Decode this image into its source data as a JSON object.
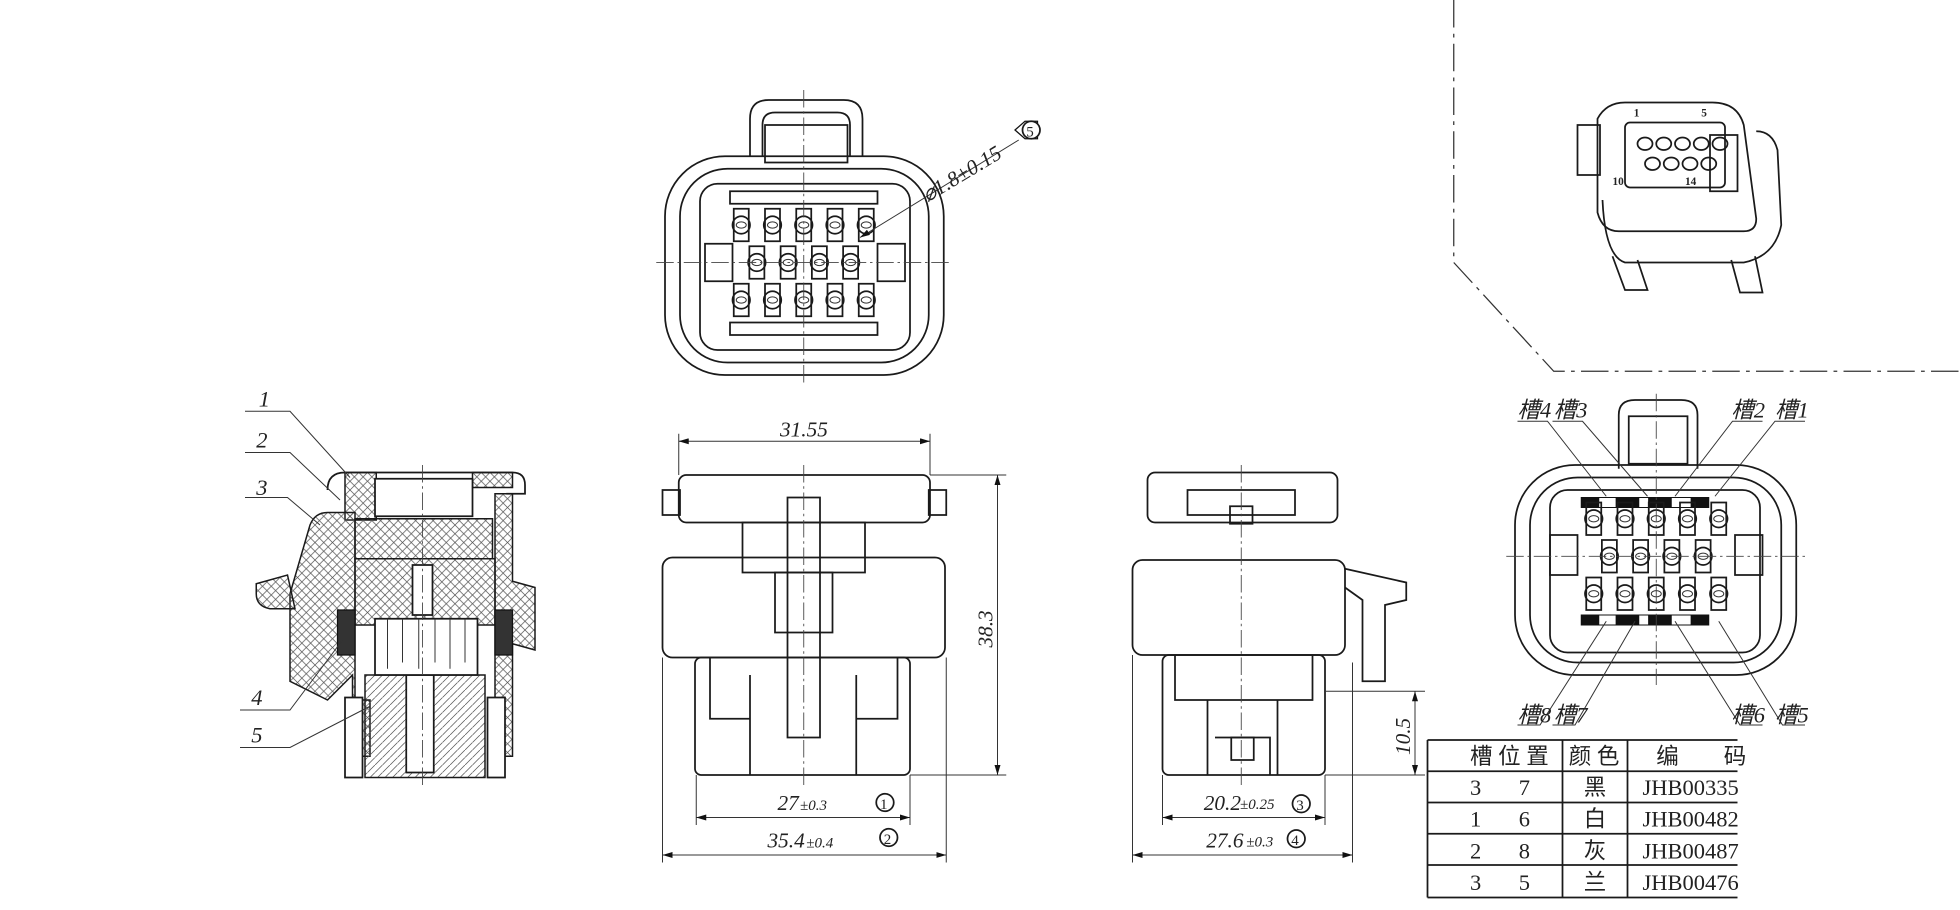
{
  "section_view": {
    "callouts": [
      "1",
      "2",
      "3",
      "4",
      "5"
    ]
  },
  "dimensions": {
    "width_top": "31.55",
    "height": "38.3",
    "d1": {
      "value": "27",
      "tol": "±0.3",
      "ref": "1"
    },
    "d2": {
      "value": "35.4",
      "tol": "±0.4",
      "ref": "2"
    },
    "d3": {
      "value": "20.2",
      "tol": "±0.25",
      "ref": "3"
    },
    "d4": {
      "value": "27.6",
      "tol": "±0.3",
      "ref": "4"
    },
    "d5": {
      "value": "⌀1.8±0.15",
      "ref": "5"
    },
    "side_height": "10.5"
  },
  "slot_labels": {
    "top": [
      "槽4",
      "槽3",
      "槽2",
      "槽1"
    ],
    "bottom": [
      "槽8",
      "槽7",
      "槽6",
      "槽5"
    ]
  },
  "iso_view": {
    "pin_numbers": [
      "1",
      "5",
      "10",
      "14"
    ]
  },
  "table": {
    "headers": [
      "槽 位 置",
      "颜 色",
      "编　　码"
    ],
    "rows": [
      {
        "slot_a": "3",
        "slot_b": "7",
        "color": "黑",
        "code": "JHB00335"
      },
      {
        "slot_a": "1",
        "slot_b": "6",
        "color": "白",
        "code": "JHB00482"
      },
      {
        "slot_a": "2",
        "slot_b": "8",
        "color": "灰",
        "code": "JHB00487"
      },
      {
        "slot_a": "3",
        "slot_b": "5",
        "color": "兰",
        "code": "JHB00476"
      }
    ]
  }
}
